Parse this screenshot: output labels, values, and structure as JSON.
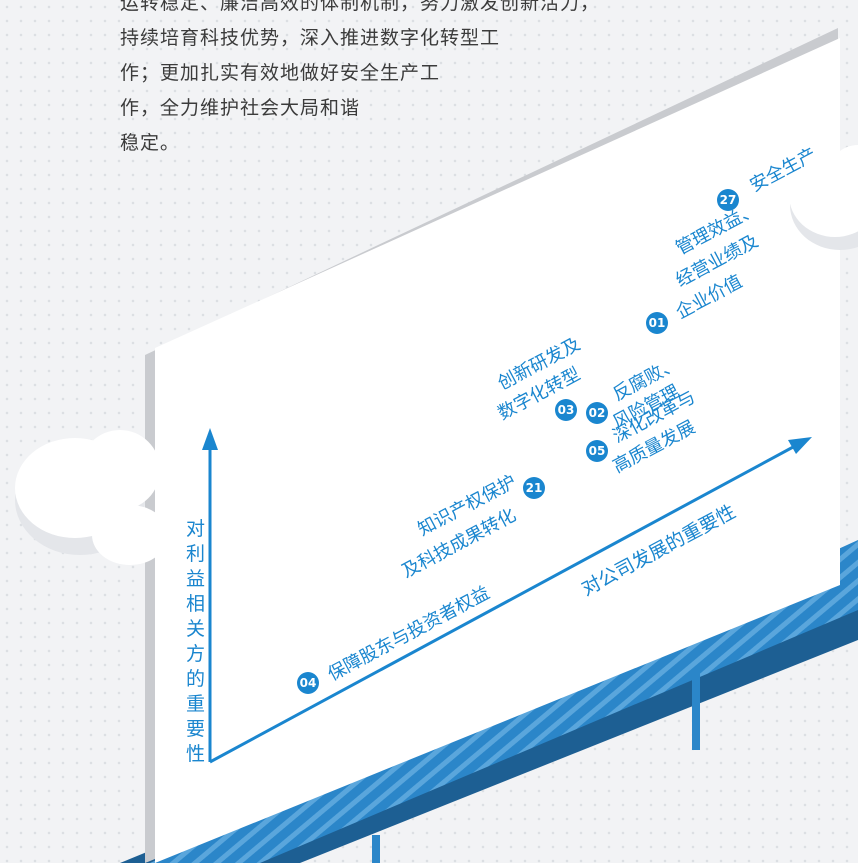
{
  "intro": {
    "lines": [
      "运转稳定、廉洁高效的体制机制，努力激发创新活力，",
      "持续培育科技优势，深入推进数字化转型工",
      "作；更加扎实有效地做好安全生产工",
      "作，全力维护社会大局和谐",
      "稳定。"
    ]
  },
  "matrix": {
    "x_axis_label": "对公司发展的重要性",
    "y_axis_label": "对利益相关方的重要性",
    "topics": [
      {
        "num": "27",
        "lines": [
          "安全生产"
        ]
      },
      {
        "num": "01",
        "lines": [
          "管理效益、",
          "经营业绩及",
          "企业价值"
        ]
      },
      {
        "num": "03",
        "lines": [
          "创新研发及",
          "数字化转型"
        ]
      },
      {
        "num": "02",
        "lines": [
          "反腐败、",
          "风险管理"
        ]
      },
      {
        "num": "05",
        "lines": [
          "深化改革与",
          "高质量发展"
        ]
      },
      {
        "num": "21",
        "lines": [
          "知识产权保护",
          "及科技成果转化"
        ]
      },
      {
        "num": "04",
        "lines": [
          "保障股东与投资者权益"
        ]
      }
    ]
  },
  "colors": {
    "accent": "#1a86cf",
    "stage": "#2b86c9",
    "board": "#ffffff",
    "board_edge": "#c9cbcf"
  }
}
